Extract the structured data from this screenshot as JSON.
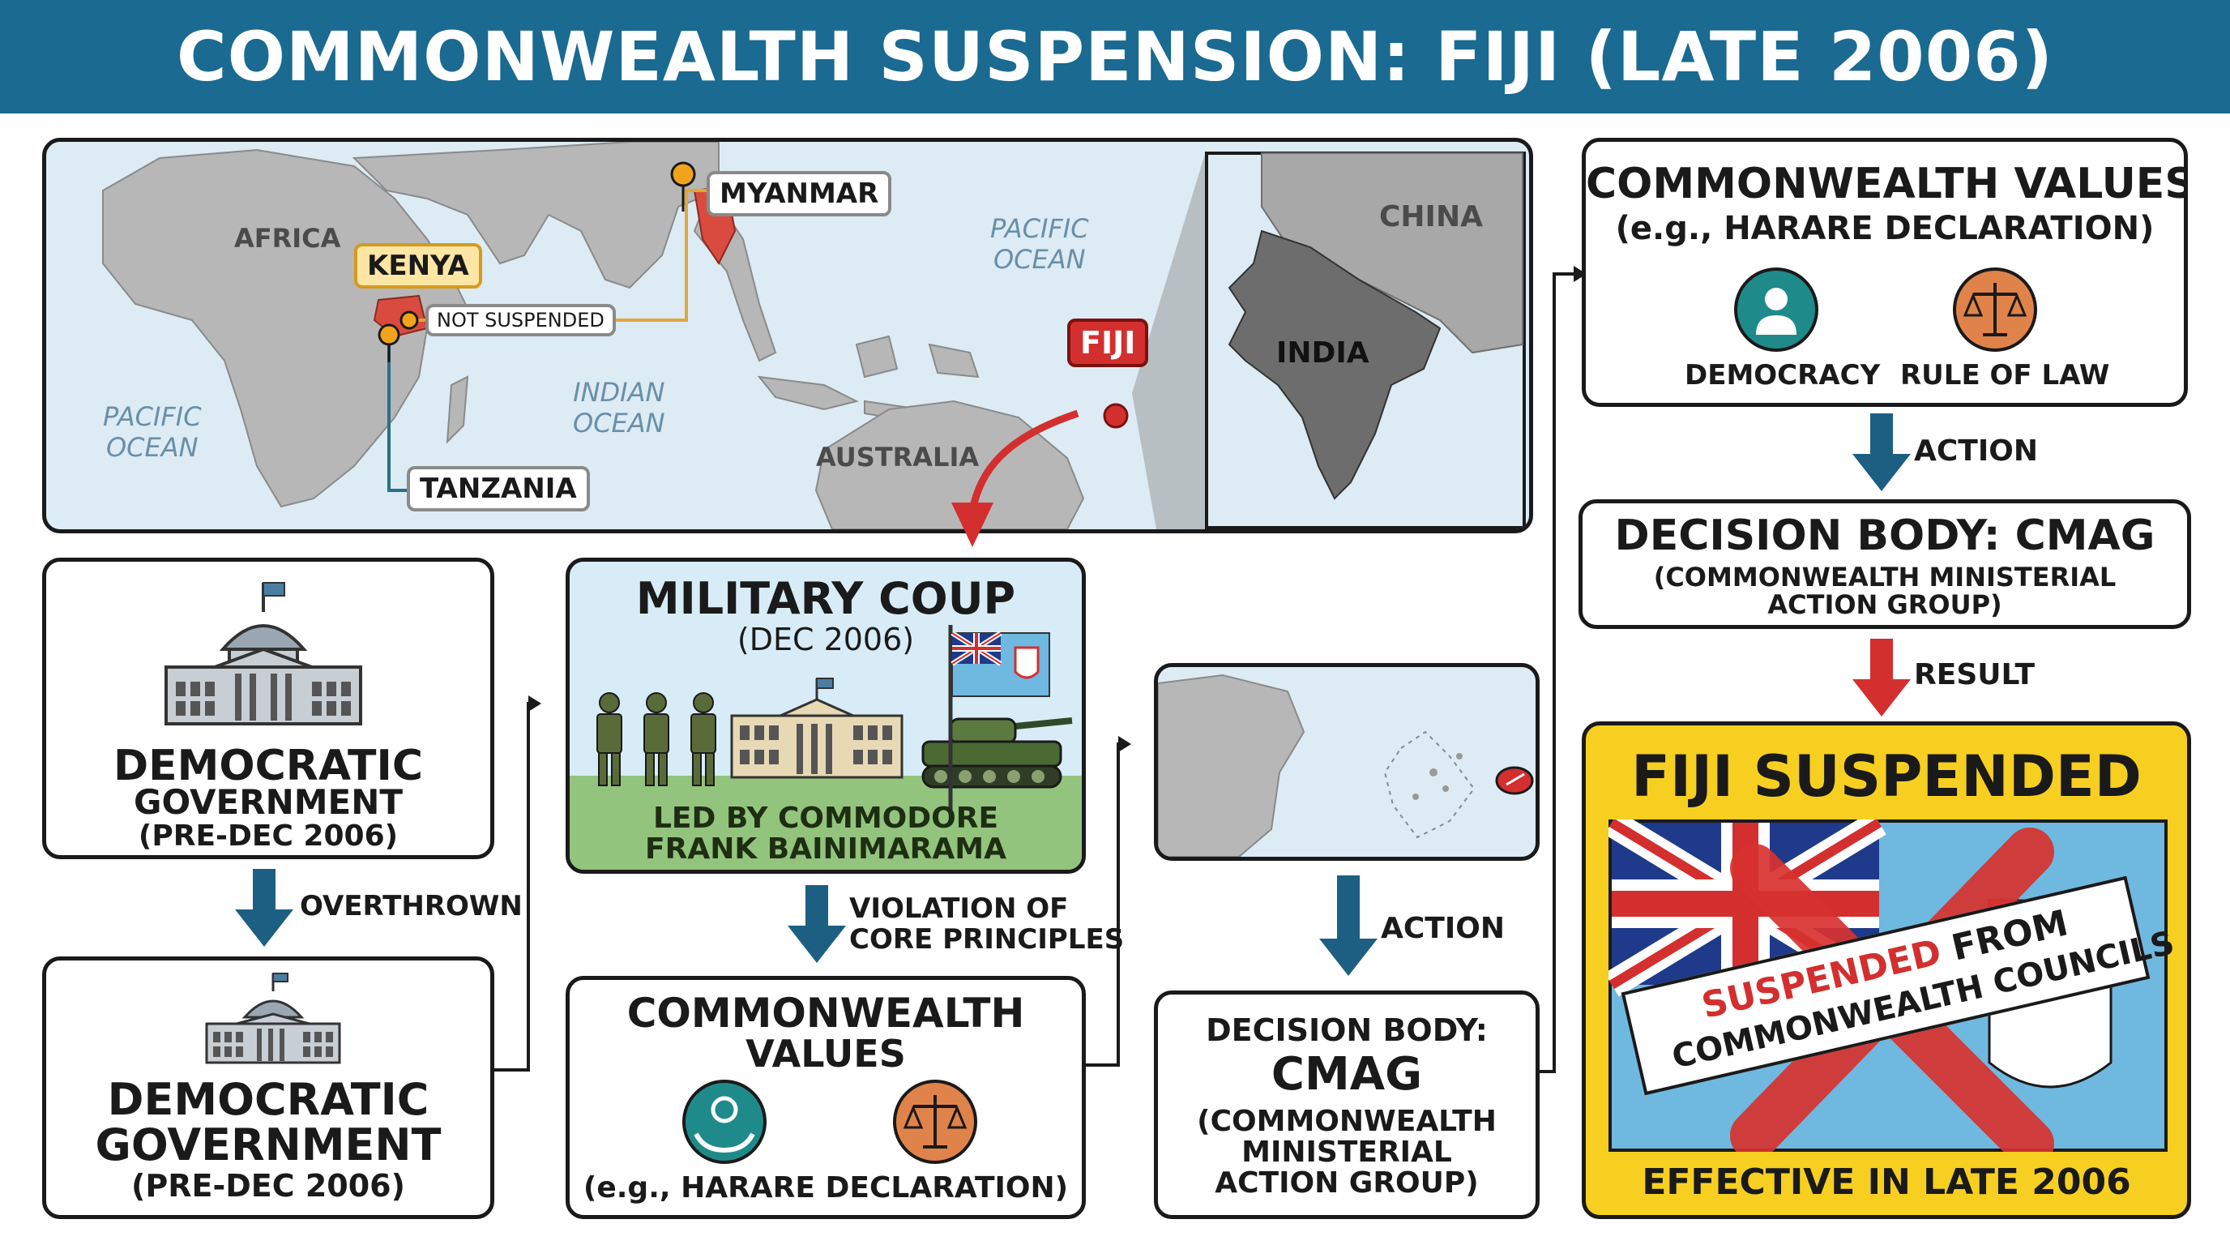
{
  "title": "COMMONWEALTH SUSPENSION: FIJI (LATE 2006)",
  "map": {
    "regions": {
      "africa": "AFRICA",
      "pacific_ocean_west": [
        "PACIFIC",
        "OCEAN"
      ],
      "indian_ocean": [
        "INDIAN",
        "OCEAN"
      ],
      "pacific_ocean_east": [
        "PACIFIC",
        "OCEAN"
      ],
      "australia": "AUSTRALIA",
      "china": "CHINA",
      "india": "INDIA"
    },
    "markers": {
      "kenya": "KENYA",
      "not_suspended": "NOT SUSPENDED",
      "tanzania": "TANZANIA",
      "myanmar": "MYANMAR",
      "fiji": "FIJI"
    }
  },
  "democratic_gov_1": {
    "line1": "DEMOCRATIC",
    "line2": "GOVERNMENT",
    "line3": "(PRE-DEC 2006)"
  },
  "overthrown_label": "OVERTHROWN",
  "democratic_gov_2": {
    "line1": "DEMOCRATIC",
    "line2": "GOVERNMENT",
    "line3": "(PRE-DEC 2006)"
  },
  "coup": {
    "title": "MILITARY COUP",
    "date": "(DEC 2006)",
    "led_by_1": "LED BY COMMODORE",
    "led_by_2": "FRANK BAINIMARAMA"
  },
  "violation_label": [
    "VIOLATION OF",
    "CORE PRINCIPLES"
  ],
  "values_bottom": {
    "line1": "COMMONWEALTH",
    "line2": "VALUES",
    "note": "(e.g., HARARE DECLARATION)"
  },
  "action_label_mid": "ACTION",
  "cmag_mid": {
    "line1": "DECISION BODY:",
    "line2": "CMAG",
    "line3": "(COMMONWEALTH",
    "line4": "MINISTERIAL",
    "line5": "ACTION GROUP)"
  },
  "values_top": {
    "line1": "COMMONWEALTH VALUES",
    "line2": "(e.g., HARARE DECLARATION)",
    "democracy": "DEMOCRACY",
    "rule_of_law": "RULE OF LAW"
  },
  "action_label_right": "ACTION",
  "cmag_right": {
    "line1": "DECISION BODY: CMAG",
    "line2": "(COMMONWEALTH MINISTERIAL",
    "line3": "ACTION GROUP)"
  },
  "result_label": "RESULT",
  "suspended": {
    "title": "FIJI SUSPENDED",
    "ribbon_1": "SUSPENDED",
    "ribbon_2": "FROM",
    "ribbon_3": "COMMONWEALTH COUNCILS",
    "effective": "EFFECTIVE IN LATE 2006"
  },
  "colors": {
    "banner": "#1a6a91",
    "arrow": "#1d5f82",
    "red_arrow": "#d32f2f",
    "coup_bg": "#d7ecf7",
    "grass": "#93c47d",
    "suspended_bg": "#f7cf20",
    "fiji_flag_blue": "#6fb8e0"
  }
}
